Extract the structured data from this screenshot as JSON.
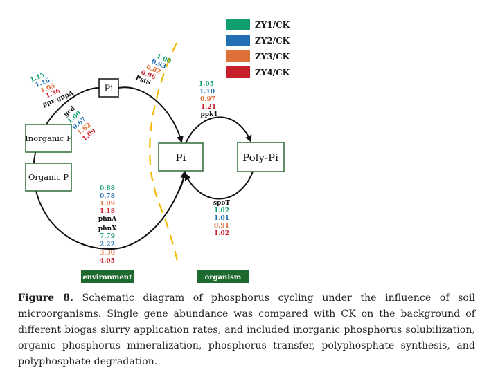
{
  "legend": [
    {
      "label": "ZY1/CK",
      "color": "#0f9e6e"
    },
    {
      "label": "ZY2/CK",
      "color": "#1f6fb2"
    },
    {
      "label": "ZY3/CK",
      "color": "#e0703a"
    },
    {
      "label": "ZY4/CK",
      "color": "#c8202a"
    }
  ],
  "nodes": {
    "pi_small": "Pi",
    "inorganic_p": "Inorganic P",
    "organic_p": "Organic P",
    "pi_center": "Pi",
    "poly_pi": "Poly-Pi"
  },
  "genes": {
    "ppx_gppa": {
      "name": "ppx-gppA",
      "values": [
        "1.15",
        "1.16",
        "1.05",
        "1.36"
      ]
    },
    "gcd": {
      "name": "gcd",
      "values": [
        "1.00",
        "0.67",
        "1.62",
        "1.09"
      ]
    },
    "psts": {
      "name": "PstS",
      "values": [
        "1.00",
        "0.93",
        "0.82",
        "0.96"
      ]
    },
    "ppk1": {
      "name": "ppk1",
      "values": [
        "1.05",
        "1.10",
        "0.97",
        "1.21"
      ]
    },
    "phna": {
      "name": "phnA",
      "values": [
        "0.88",
        "0.78",
        "1.09",
        "1.18"
      ]
    },
    "phnx": {
      "name": "phnX",
      "values": [
        "7.79",
        "2.22",
        "3.30",
        "4.05"
      ]
    },
    "spot": {
      "name": "spoT",
      "values": [
        "1.02",
        "1.01",
        "0.91",
        "1.02"
      ]
    }
  },
  "zones": {
    "environment": "environment",
    "organism": "organism"
  },
  "colors": {
    "zone_bg": "#1e6a2e",
    "divider": "#f2b900"
  },
  "caption": {
    "label": "Figure 8.",
    "text": " Schematic diagram of phosphorus cycling under the influence of soil microorganisms. Single gene abundance was compared with CK on the background of different biogas slurry application rates, and included inorganic phosphorus solubilization, organic phosphorus mineralization, phosphorus transfer, polyphosphate synthesis, and polyphosphate degradation."
  }
}
